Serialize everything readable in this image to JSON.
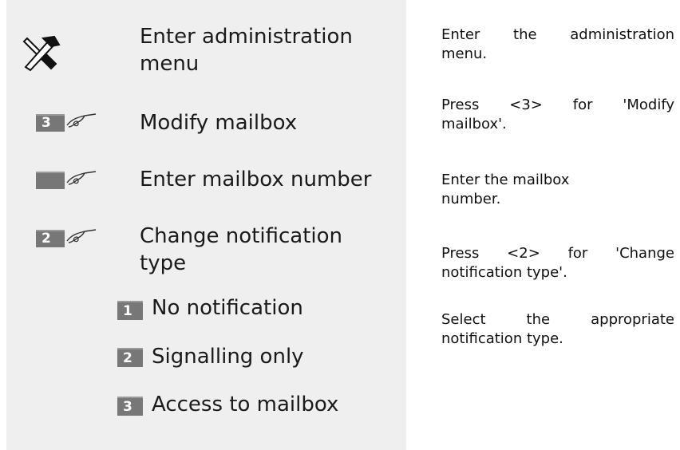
{
  "steps": [
    {
      "label_line1": "Enter administration",
      "label_line2": "menu",
      "description_line1": "Enter the administration",
      "description_line2": "menu.",
      "icon": "tools-icon"
    },
    {
      "key": "3",
      "label": "Modify mailbox",
      "description_line1": "Press <3> for 'Modify",
      "description_line2": "mailbox'.",
      "icon": "hand-pointer-icon"
    },
    {
      "key": "",
      "label": "Enter mailbox number",
      "description_line1": "Enter the mailbox",
      "description_line2": "number.",
      "icon": "hand-pointer-icon"
    },
    {
      "key": "2",
      "label_line1": "Change notification",
      "label_line2": "type",
      "description_line1": "Press <2> for 'Change",
      "description_line2": "notification type'.",
      "icon": "hand-pointer-icon"
    }
  ],
  "options": [
    {
      "key": "1",
      "label": "No notification"
    },
    {
      "key": "2",
      "label": "Signalling only"
    },
    {
      "key": "3",
      "label": "Access to mailbox"
    }
  ],
  "options_description_line1": "Select the appropriate",
  "options_description_line2": "notification type."
}
